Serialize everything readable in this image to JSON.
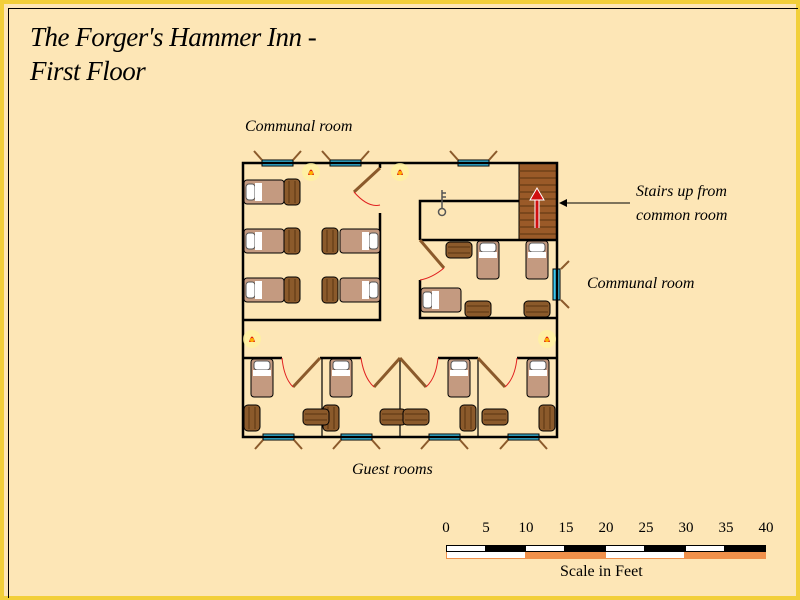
{
  "title": {
    "line1": "The Forger's Hammer Inn -",
    "line2": "First Floor"
  },
  "labels": {
    "communal_top": "Communal room",
    "stairs_line1": "Stairs up from",
    "stairs_line2": "common room",
    "communal_right": "Communal room",
    "guest_rooms": "Guest rooms"
  },
  "scale": {
    "ticks": [
      "0",
      "5",
      "10",
      "15",
      "20",
      "25",
      "30",
      "35",
      "40"
    ],
    "caption": "Scale in Feet",
    "max_feet": 40
  },
  "colors": {
    "background": "#fde6b6",
    "border": "#f2cf3a",
    "wood": "#8b5a2b",
    "bed": "#c49a80",
    "window": "#3cc8f0",
    "scale_accent": "#f0904a"
  }
}
